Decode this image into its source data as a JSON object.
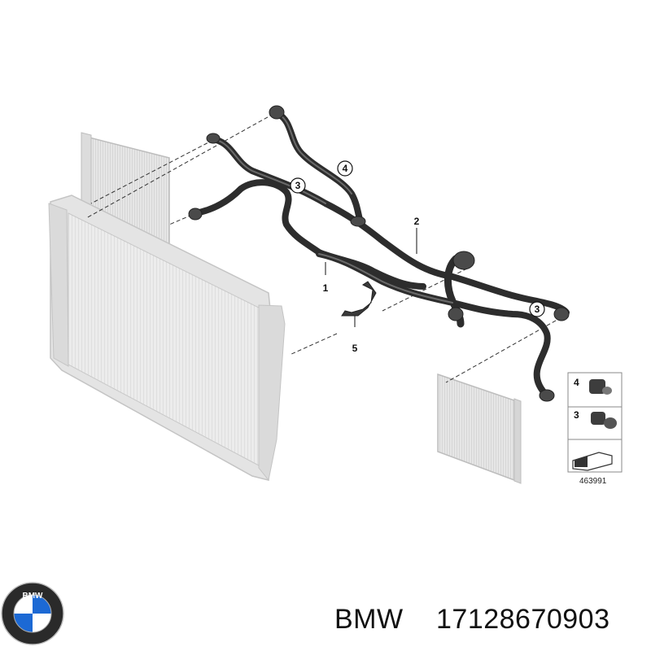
{
  "diagram": {
    "callouts": [
      {
        "id": "1",
        "label": "1"
      },
      {
        "id": "2",
        "label": "2"
      },
      {
        "id": "3a",
        "label": "3"
      },
      {
        "id": "3b",
        "label": "3"
      },
      {
        "id": "4",
        "label": "4"
      },
      {
        "id": "5",
        "label": "5"
      }
    ],
    "legend": {
      "items": [
        {
          "label": "4"
        },
        {
          "label": "3"
        }
      ],
      "reference_number": "463991"
    }
  },
  "footer": {
    "brand": "BMW",
    "part_number": "17128670903"
  },
  "logo": {
    "letters": "BMW",
    "colors": {
      "blue": "#1c69d4",
      "black": "#111111",
      "white": "#ffffff"
    }
  }
}
